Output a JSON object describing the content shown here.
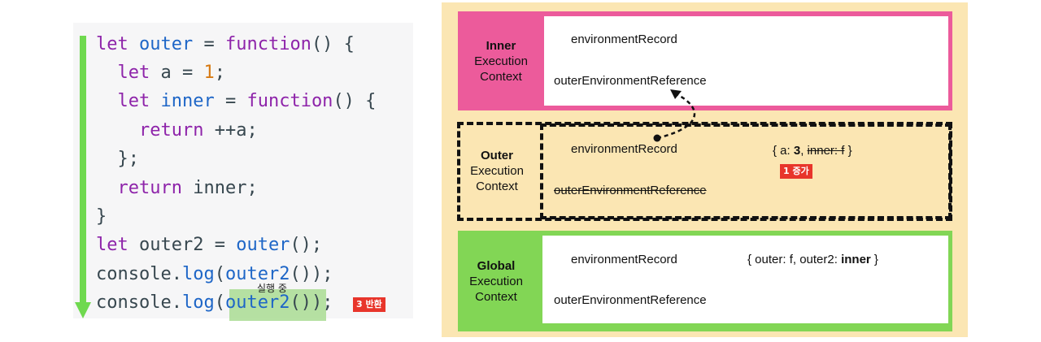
{
  "code": {
    "lines": [
      [
        [
          "kw",
          "let "
        ],
        [
          "vn",
          "outer"
        ],
        [
          "pl",
          " = "
        ],
        [
          "kw",
          "function"
        ],
        [
          "pl",
          "() {"
        ]
      ],
      [
        [
          "pl",
          "  "
        ],
        [
          "kw",
          "let "
        ],
        [
          "pl",
          "a = "
        ],
        [
          "nm",
          "1"
        ],
        [
          "pl",
          ";"
        ]
      ],
      [
        [
          "pl",
          "  "
        ],
        [
          "kw",
          "let "
        ],
        [
          "vn",
          "inner"
        ],
        [
          "pl",
          " = "
        ],
        [
          "kw",
          "function"
        ],
        [
          "pl",
          "() {"
        ]
      ],
      [
        [
          "pl",
          "    "
        ],
        [
          "kw",
          "return "
        ],
        [
          "pl",
          "++a;"
        ]
      ],
      [
        [
          "pl",
          "  };"
        ]
      ],
      [
        [
          "pl",
          "  "
        ],
        [
          "kw",
          "return "
        ],
        [
          "pl",
          "inner;"
        ]
      ],
      [
        [
          "pl",
          "}"
        ]
      ],
      [
        [
          "kw",
          "let "
        ],
        [
          "pl",
          "outer2 = "
        ],
        [
          "vn",
          "outer"
        ],
        [
          "pl",
          "();"
        ]
      ],
      [
        [
          "pl",
          "console."
        ],
        [
          "vn",
          "log"
        ],
        [
          "pl",
          "("
        ],
        [
          "vn",
          "outer2"
        ],
        [
          "pl",
          "());"
        ]
      ],
      [
        [
          "pl",
          "console."
        ],
        [
          "vn",
          "log"
        ],
        [
          "pl",
          "("
        ],
        [
          "vn",
          "outer2"
        ],
        [
          "pl",
          "());"
        ]
      ]
    ],
    "exec_label": "실행 중",
    "return_badge": "3 반환",
    "colors": {
      "keyword": "#8e24aa",
      "variable": "#1e66c7",
      "number": "#d77a13",
      "plain": "#37474f",
      "arrow": "#6fd94f",
      "highlight": "#a9dc93"
    }
  },
  "contexts": {
    "inner": {
      "name": "Inner",
      "sub1": "Execution",
      "sub2": "Context",
      "env_record": "environmentRecord",
      "outer_ref": "outerEnvironmentReference",
      "color": "#ec5b9b"
    },
    "outer": {
      "name": "Outer",
      "sub1": "Execution",
      "sub2": "Context",
      "env_record": "environmentRecord",
      "record_open": "{ a: ",
      "record_a": "3",
      "record_sep": ",   ",
      "record_inner": "inner: f",
      "record_close": " }",
      "outer_ref": "outerEnvironmentReference",
      "increment_badge": "1 증가"
    },
    "global": {
      "name": "Global",
      "sub1": "Execution",
      "sub2": "Context",
      "env_record": "environmentRecord",
      "record_prefix": "{ outer: f,    outer2: ",
      "record_value": "inner",
      "record_close": " }",
      "outer_ref": "outerEnvironmentReference",
      "color": "#82d655"
    }
  }
}
